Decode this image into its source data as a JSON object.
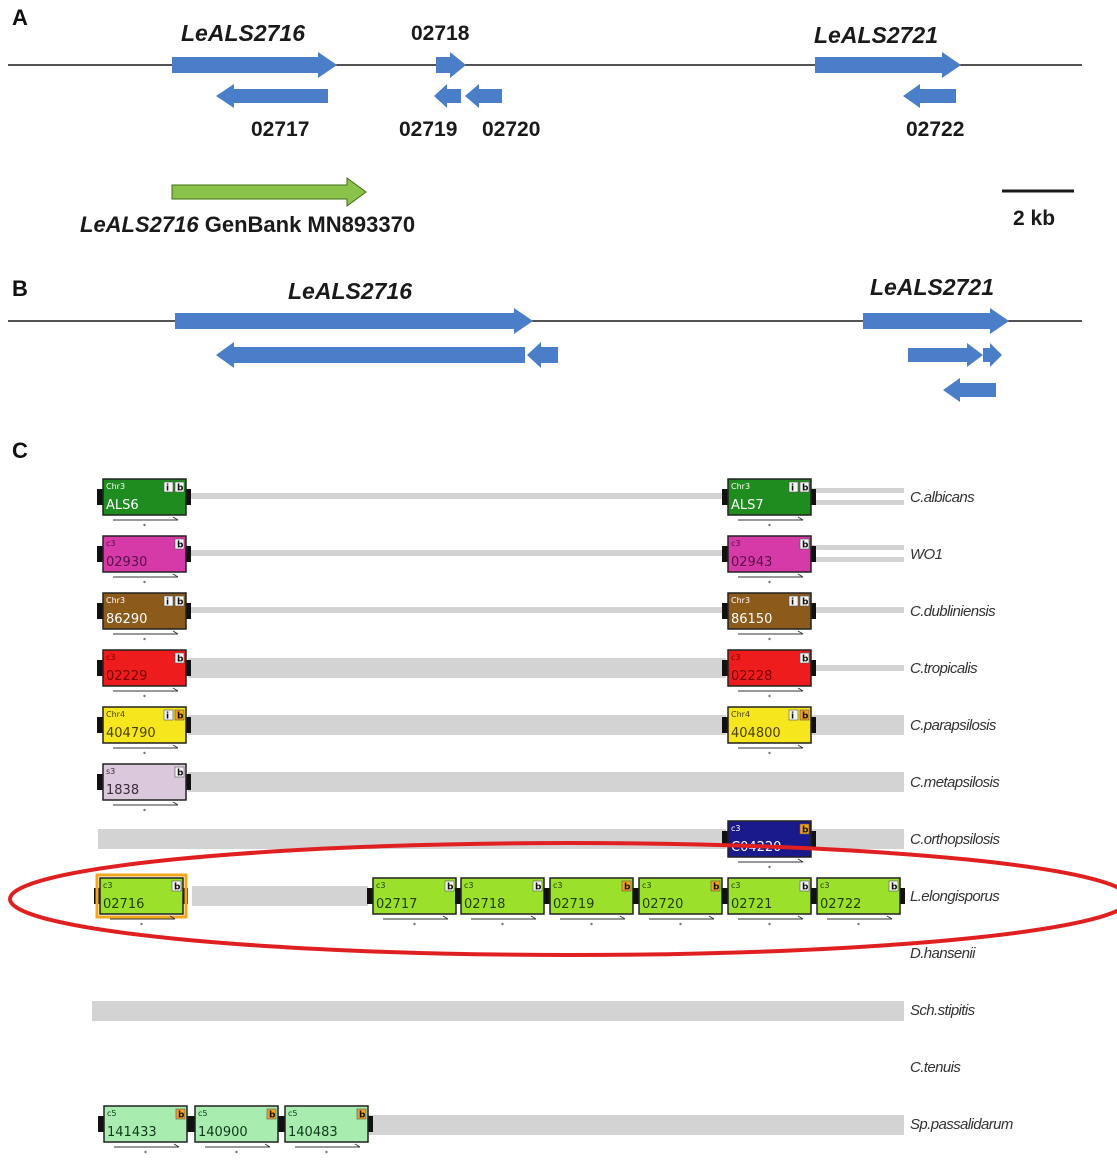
{
  "colors": {
    "blue_gene": "#4a7ec9",
    "green_genbank": "#8bc34a",
    "track_grey": "#d3d3d3",
    "ellipse_red": "#e02020"
  },
  "panel_a": {
    "letter": "A",
    "genes": [
      {
        "label": "LeALS2716",
        "italic": true
      },
      {
        "label": "02718",
        "italic": false
      },
      {
        "label": "LeALS2721",
        "italic": true
      },
      {
        "label": "02717",
        "italic": false
      },
      {
        "label": "02719",
        "italic": false
      },
      {
        "label": "02720",
        "italic": false
      },
      {
        "label": "02722",
        "italic": false
      }
    ],
    "genbank": {
      "gene": "LeALS2716",
      "text": " GenBank MN893370"
    },
    "scale_bar": "2 kb"
  },
  "panel_b": {
    "letter": "B",
    "genes": [
      {
        "label": "LeALS2716"
      },
      {
        "label": "LeALS2721"
      }
    ]
  },
  "panel_c": {
    "letter": "C",
    "tracks": [
      {
        "species": "C.albicans",
        "genes": [
          {
            "chrom": "Chr3",
            "id": "ALS6",
            "badges": [
              "i",
              "b"
            ],
            "fill": "#1e8c1e",
            "text": "#ffffff"
          },
          {
            "chrom": "Chr3",
            "id": "ALS7",
            "badges": [
              "i",
              "b"
            ],
            "fill": "#1e8c1e",
            "text": "#ffffff"
          }
        ]
      },
      {
        "species": "WO1",
        "genes": [
          {
            "chrom": "c3",
            "id": "02930",
            "badges": [
              "b"
            ],
            "fill": "#d63aa8",
            "text": "#5a0f46"
          },
          {
            "chrom": "c3",
            "id": "02943",
            "badges": [
              "b"
            ],
            "fill": "#d63aa8",
            "text": "#5a0f46"
          }
        ]
      },
      {
        "species": "C.dubliniensis",
        "genes": [
          {
            "chrom": "Chr3",
            "id": "86290",
            "badges": [
              "i",
              "b"
            ],
            "fill": "#8c5a1a",
            "text": "#ffffff"
          },
          {
            "chrom": "Chr3",
            "id": "86150",
            "badges": [
              "i",
              "b"
            ],
            "fill": "#8c5a1a",
            "text": "#ffffff"
          }
        ]
      },
      {
        "species": "C.tropicalis",
        "genes": [
          {
            "chrom": "c3",
            "id": "02229",
            "badges": [
              "b"
            ],
            "fill": "#ee1c1c",
            "text": "#7a0000"
          },
          {
            "chrom": "c3",
            "id": "02228",
            "badges": [
              "b"
            ],
            "fill": "#ee1c1c",
            "text": "#7a0000"
          }
        ]
      },
      {
        "species": "C.parapsilosis",
        "genes": [
          {
            "chrom": "Chr4",
            "id": "404790",
            "badges": [
              "i",
              "b"
            ],
            "fill": "#f5e61e",
            "text": "#4a3f00"
          },
          {
            "chrom": "Chr4",
            "id": "404800",
            "badges": [
              "i",
              "b"
            ],
            "fill": "#f5e61e",
            "text": "#4a3f00"
          }
        ]
      },
      {
        "species": "C.metapsilosis",
        "genes": [
          {
            "chrom": "s3",
            "id": "1838",
            "badges": [
              "b"
            ],
            "fill": "#dcc8dc",
            "text": "#3a2a3a"
          }
        ]
      },
      {
        "species": "C.orthopsilosis",
        "genes": [
          {
            "chrom": "c3",
            "id": "C04220",
            "badges": [
              "b"
            ],
            "fill": "#1a1a8c",
            "text": "#ffffff"
          }
        ]
      },
      {
        "species": "L.elongisporus",
        "genes": [
          {
            "chrom": "c3",
            "id": "02716",
            "badges": [
              "b"
            ],
            "fill": "#9be02a",
            "text": "#1f3a00"
          },
          {
            "chrom": "c3",
            "id": "02717",
            "badges": [
              "b"
            ],
            "fill": "#9be02a",
            "text": "#1f3a00"
          },
          {
            "chrom": "c3",
            "id": "02718",
            "badges": [
              "b"
            ],
            "fill": "#9be02a",
            "text": "#1f3a00"
          },
          {
            "chrom": "c3",
            "id": "02719",
            "badges": [
              "b"
            ],
            "fill": "#9be02a",
            "text": "#1f3a00"
          },
          {
            "chrom": "c3",
            "id": "02720",
            "badges": [
              "b"
            ],
            "fill": "#9be02a",
            "text": "#1f3a00"
          },
          {
            "chrom": "c3",
            "id": "02721",
            "badges": [
              "b"
            ],
            "fill": "#9be02a",
            "text": "#1f3a00"
          },
          {
            "chrom": "c3",
            "id": "02722",
            "badges": [
              "b"
            ],
            "fill": "#9be02a",
            "text": "#1f3a00"
          }
        ]
      },
      {
        "species": "D.hansenii",
        "genes": []
      },
      {
        "species": "Sch.stipitis",
        "genes": []
      },
      {
        "species": "C.tenuis",
        "genes": []
      },
      {
        "species": "Sp.passalidarum",
        "genes": [
          {
            "chrom": "c5",
            "id": "141433",
            "badges": [
              "b"
            ],
            "fill": "#a8ecb0",
            "text": "#0f3a1a"
          },
          {
            "chrom": "c5",
            "id": "140900",
            "badges": [
              "b"
            ],
            "fill": "#a8ecb0",
            "text": "#0f3a1a"
          },
          {
            "chrom": "c5",
            "id": "140483",
            "badges": [
              "b"
            ],
            "fill": "#a8ecb0",
            "text": "#0f3a1a"
          }
        ]
      }
    ]
  }
}
